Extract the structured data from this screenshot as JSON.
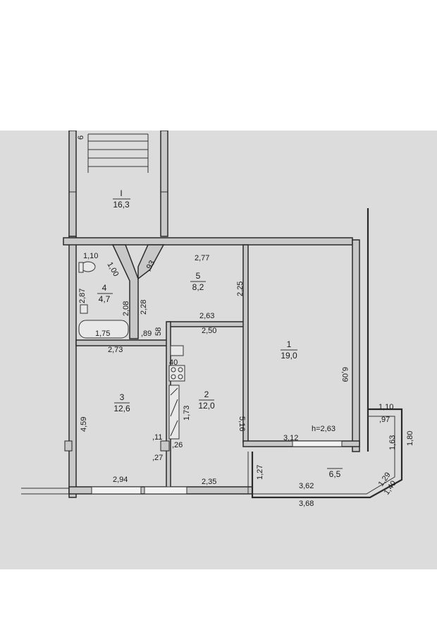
{
  "rooms": [
    {
      "id": "I",
      "area": "16,3"
    },
    {
      "id": "1",
      "area": "19,0"
    },
    {
      "id": "2",
      "area": "12,0"
    },
    {
      "id": "3",
      "area": "12,6"
    },
    {
      "id": "4",
      "area": "4,7"
    },
    {
      "id": "5",
      "area": "8,2"
    },
    {
      "id": "",
      "area": "6,5"
    }
  ],
  "dims": {
    "d_110a": "1,10",
    "d_100": "1,00",
    "d_93": ",93",
    "d_277": "2,77",
    "d_287": "2,87",
    "d_208": "2,08",
    "d_228": "2,28",
    "d_225": "2,25",
    "d_175": "1,75",
    "d_89": ",89",
    "d_58": "58",
    "d_263": "2,63",
    "d_250": "2,50",
    "d_273": "2,73",
    "d_609": "6,09",
    "d_459": "4,59",
    "d_173": "1,73",
    "d_516": "5,16",
    "d_11": ",11",
    "d_40": "40",
    "d_26": ",26",
    "d_27": ",27",
    "d_312": "3,12",
    "d_h": "h=2,63",
    "d_110b": "1,10",
    "d_97": ",97",
    "d_163": "1,63",
    "d_180": "1,80",
    "d_129": "1,29",
    "d_140": "1,40",
    "d_294": "2,94",
    "d_235": "2,35",
    "d_127": "1,27",
    "d_362": "3,62",
    "d_368": "3,68",
    "d_6": "6"
  }
}
